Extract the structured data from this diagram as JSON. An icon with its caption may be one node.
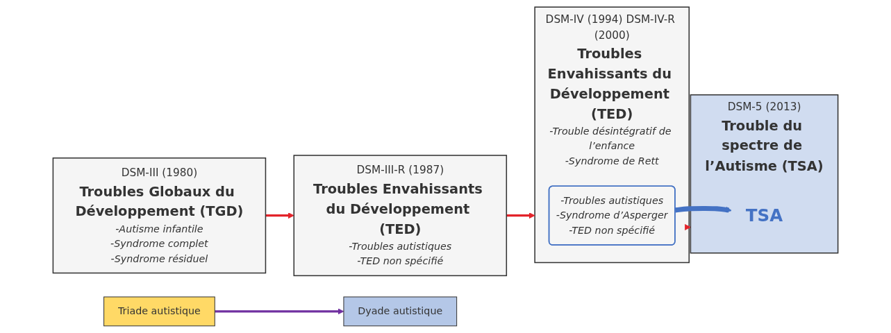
{
  "diagram": {
    "nodes": [
      {
        "text": [
          "DSM-III (1980)",
          "Troubles Globaux du Développement (TGD)",
          "-Autisme infantile",
          "-Syndrome complet",
          "-Syndrome résiduel"
        ]
      },
      {
        "text": [
          "DSM-III-R (1987)",
          "Troubles Envahissants du Développement (TED)",
          "-Troubles autistiques",
          "-TED non spécifié"
        ]
      },
      {
        "text": [
          "DSM-IV (1994) DSM-IV-R (2000)",
          "Troubles Envahissants du Développement (TED)",
          "-Trouble désintégratif de l’enfance",
          "-Syndrome de Rett"
        ]
      },
      {
        "text": [
          "-Troubles autistiques",
          "-Syndrome d’Asperger",
          "-TED non spécifié"
        ],
        "in": 2
      },
      {
        "text": [
          "DSM-5 (2013)",
          "Trouble du spectre de l’Autisme (TSA)"
        ]
      },
      {
        "text": [
          "TSA"
        ],
        "in": 4
      },
      {
        "text": [
          "Triade autistique"
        ]
      },
      {
        "text": [
          "Dyade autistique"
        ]
      }
    ],
    "edges": [
      {
        "from": 0,
        "to": 1,
        "arrow": "to"
      },
      {
        "from": 1,
        "to": 2,
        "arrow": "to"
      },
      {
        "from": 2,
        "to": 4,
        "arrow": "to"
      },
      {
        "from": 3,
        "to": 5,
        "arrow": "to",
        "style": "thick",
        "color": "#4472c4"
      },
      {
        "from": 6,
        "to": 7,
        "arrow": "to",
        "color": "#7030a0"
      }
    ]
  }
}
